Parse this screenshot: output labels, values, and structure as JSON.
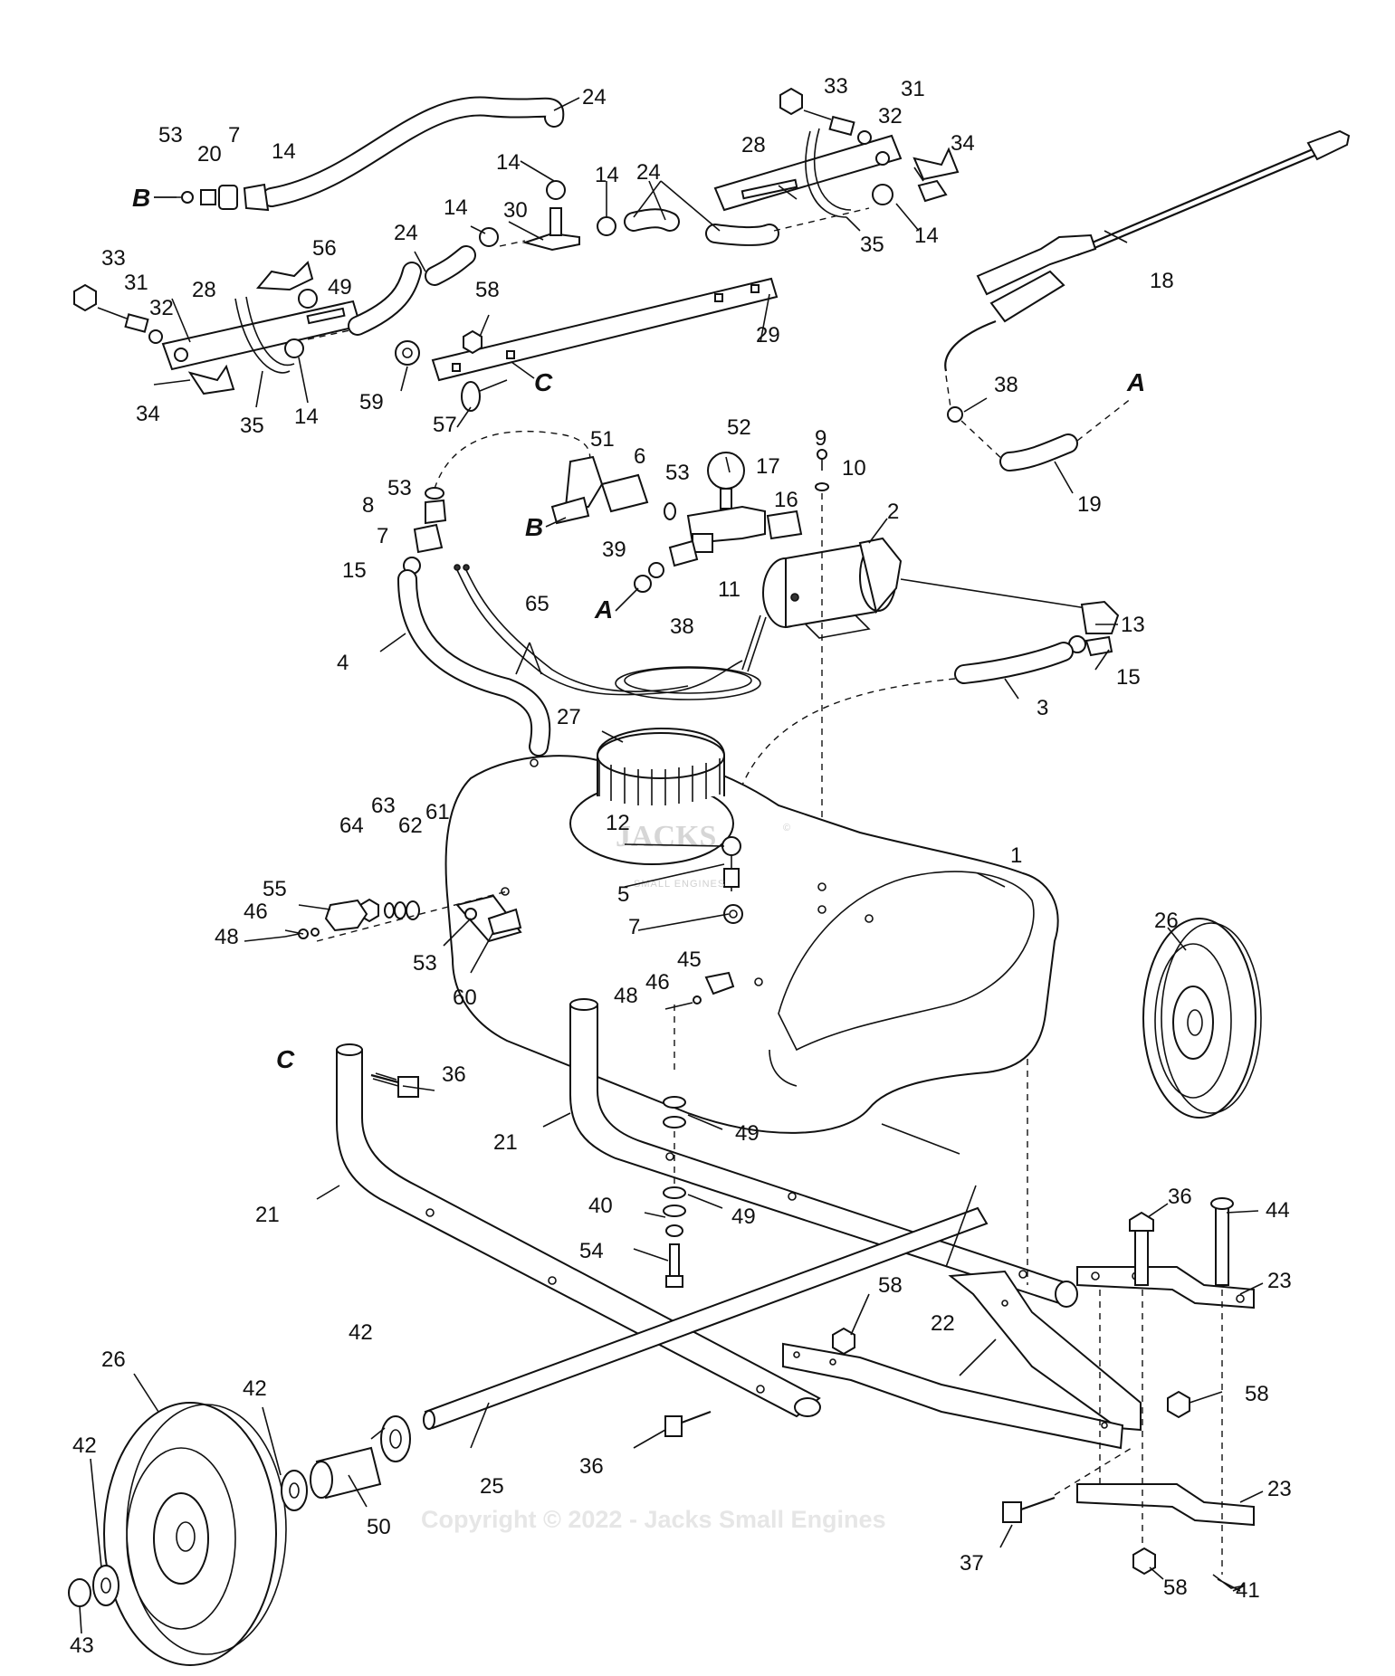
{
  "watermark": "Copyright © 2022 - Jacks Small Engines",
  "logo": {
    "main": "JACKS",
    "sub": "SMALL ENGINES",
    "mark": "©"
  },
  "reference_letters": [
    "A",
    "B",
    "C"
  ],
  "callouts": {
    "c1": "1",
    "c2": "2",
    "c3": "3",
    "c4": "4",
    "c5": "5",
    "c6": "6",
    "c7a": "7",
    "c7b": "7",
    "c7c": "7",
    "c8": "8",
    "c9": "9",
    "c10": "10",
    "c11": "11",
    "c12": "12",
    "c13": "13",
    "c14a": "14",
    "c14b": "14",
    "c14c": "14",
    "c14d": "14",
    "c14e": "14",
    "c14f": "14",
    "c15a": "15",
    "c15b": "15",
    "c16": "16",
    "c17": "17",
    "c18": "18",
    "c19": "19",
    "c20": "20",
    "c21a": "21",
    "c21b": "21",
    "c22": "22",
    "c23a": "23",
    "c23b": "23",
    "c24a": "24",
    "c24b": "24",
    "c24c": "24",
    "c25": "25",
    "c26a": "26",
    "c26b": "26",
    "c27": "27",
    "c28a": "28",
    "c28b": "28",
    "c29": "29",
    "c30": "30",
    "c31a": "31",
    "c31b": "31",
    "c32a": "32",
    "c32b": "32",
    "c33a": "33",
    "c33b": "33",
    "c34a": "34",
    "c34b": "34",
    "c35a": "35",
    "c35b": "35",
    "c36a": "36",
    "c36b": "36",
    "c36c": "36",
    "c37": "37",
    "c38a": "38",
    "c38b": "38",
    "c39": "39",
    "c40": "40",
    "c41": "41",
    "c42a": "42",
    "c42b": "42",
    "c42c": "42",
    "c43": "43",
    "c44": "44",
    "c45": "45",
    "c46a": "46",
    "c46b": "46",
    "c48a": "48",
    "c48b": "48",
    "c49a": "49",
    "c49b": "49",
    "c49c": "49",
    "c50": "50",
    "c51": "51",
    "c52": "52",
    "c53a": "53",
    "c53b": "53",
    "c53c": "53",
    "c53d": "53",
    "c54": "54",
    "c55": "55",
    "c56": "56",
    "c57": "57",
    "c58a": "58",
    "c58b": "58",
    "c58c": "58",
    "c58d": "58",
    "c59": "59",
    "c60": "60",
    "c61": "61",
    "c62": "62",
    "c63": "63",
    "c64": "64",
    "c65": "65"
  },
  "letters": {
    "B1": "B",
    "B2": "B",
    "A1": "A",
    "A2": "A",
    "C1": "C",
    "C2": "C"
  }
}
